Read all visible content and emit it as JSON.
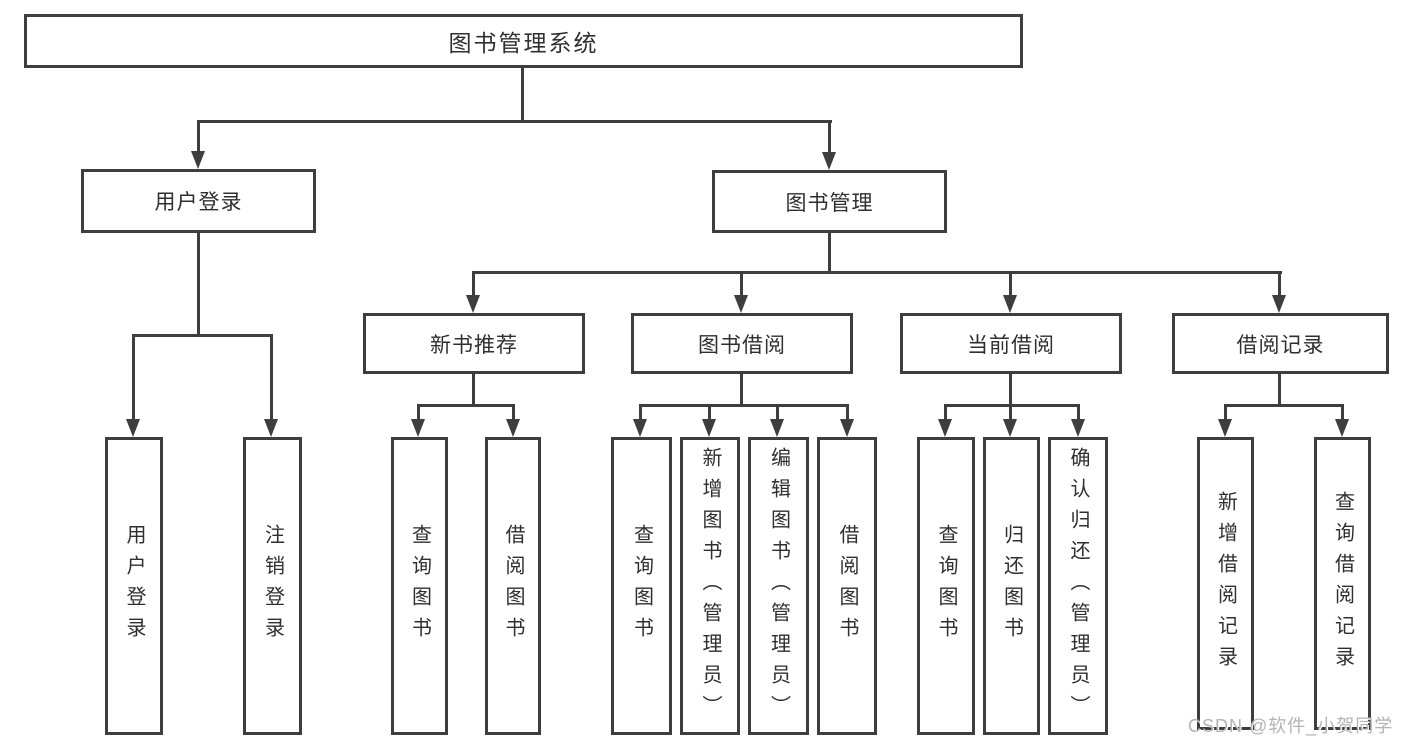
{
  "diagram": {
    "title": "图书管理系统",
    "root": {
      "label": "图书管理系统"
    },
    "level2": [
      {
        "label": "用户登录"
      },
      {
        "label": "图书管理"
      }
    ],
    "level3": [
      {
        "label": "新书推荐"
      },
      {
        "label": "图书借阅"
      },
      {
        "label": "当前借阅"
      },
      {
        "label": "借阅记录"
      }
    ],
    "leaves": {
      "user_login": [
        {
          "label": "用户登录"
        },
        {
          "label": "注销登录"
        }
      ],
      "new_book_rec": [
        {
          "label": "查询图书"
        },
        {
          "label": "借阅图书"
        }
      ],
      "book_borrow": [
        {
          "label": "查询图书"
        },
        {
          "label": "新增图书（管理员）"
        },
        {
          "label": "编辑图书（管理员）"
        },
        {
          "label": "借阅图书"
        }
      ],
      "current_borrow": [
        {
          "label": "查询图书"
        },
        {
          "label": "归还图书"
        },
        {
          "label": "确认归还（管理员）"
        }
      ],
      "borrow_records": [
        {
          "label": "新增借阅记录"
        },
        {
          "label": "查询借阅记录"
        }
      ]
    }
  },
  "watermark": "CSDN @软件_小贺同学",
  "colors": {
    "line": "#3e3e3e",
    "text": "#2f2f2f",
    "watermark": "#b3b3b3",
    "background": "#ffffff"
  }
}
